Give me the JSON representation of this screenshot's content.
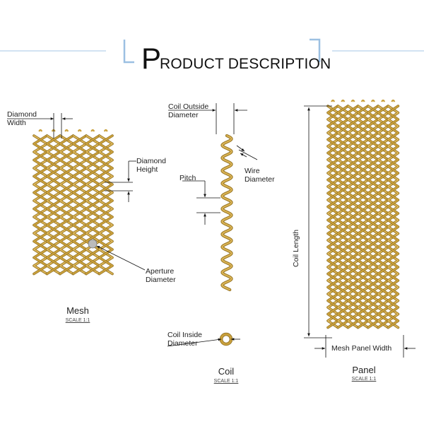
{
  "header": {
    "title_initial": "P",
    "title_rest": "RODUCT DESCRIPTION"
  },
  "mesh": {
    "caption": "Mesh",
    "scale": "SCALE 1:1",
    "labels": {
      "diamond_width": "Diamond\nWidth",
      "diamond_height": "Diamond\nHeight",
      "aperture_diameter": "Aperture\nDiameter"
    }
  },
  "coil": {
    "caption": "Coil",
    "scale": "SCALE 1:1",
    "labels": {
      "coil_outside_diameter": "Coil Outside\nDiameter",
      "wire_diameter": "Wire\nDiameter",
      "pitch": "Pitch",
      "coil_inside_diameter": "Coil Inside\nDiameter"
    }
  },
  "panel": {
    "caption": "Panel",
    "scale": "SCALE 1:1",
    "labels": {
      "coil_length": "Coil Length",
      "mesh_panel_width": "Mesh Panel Width"
    }
  },
  "colors": {
    "wire": "#C9A03C",
    "wire_dark": "#8A6A1E",
    "wire_light": "#E8C878",
    "frame": "#B8D2EA",
    "dimension": "#111111"
  }
}
